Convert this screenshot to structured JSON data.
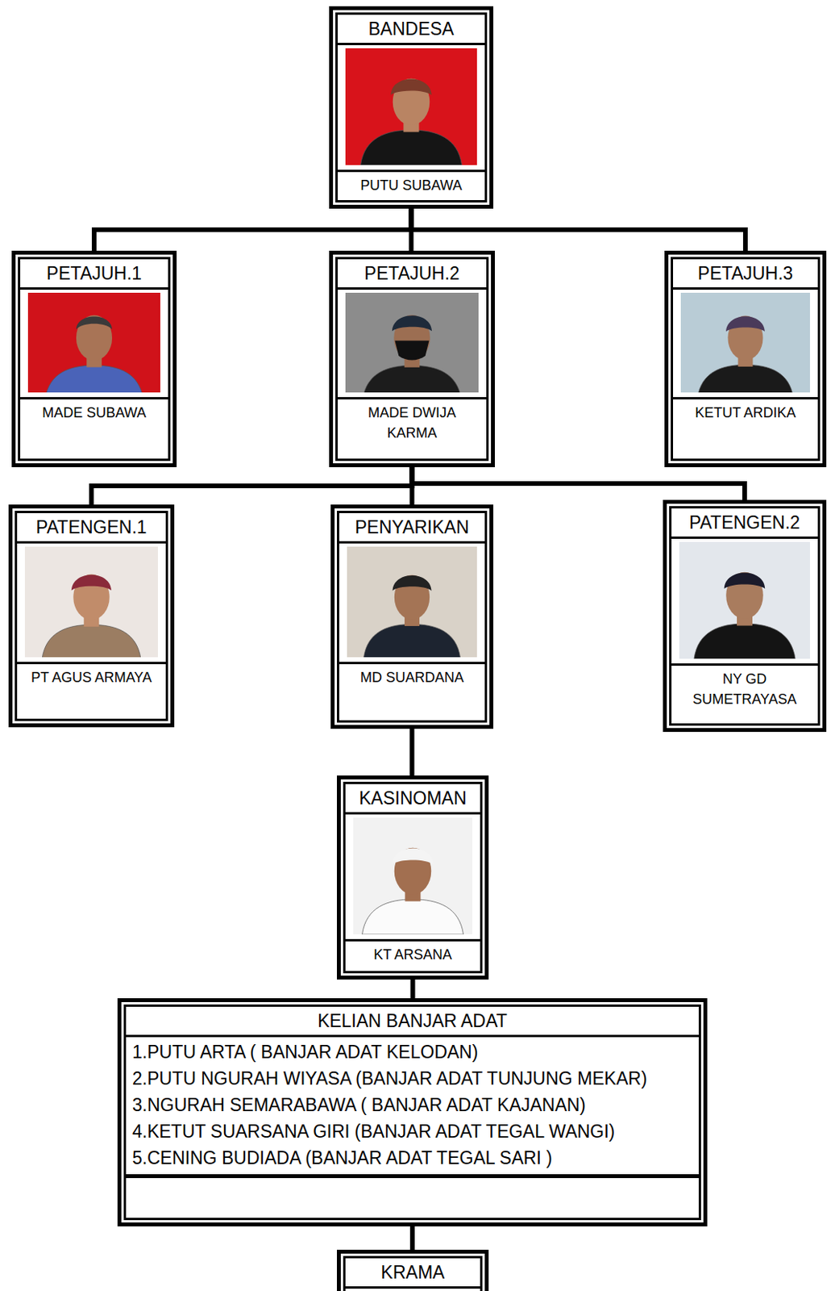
{
  "diagram": {
    "nodes": [
      {
        "text": [
          "BANDESA",
          "PUTU SUBAWA"
        ]
      },
      {
        "text": [
          "PETAJUH.1",
          "MADE SUBAWA"
        ]
      },
      {
        "text": [
          "PETAJUH.2",
          "MADE DWIJA KARMA"
        ]
      },
      {
        "text": [
          "PETAJUH.3",
          "KETUT ARDIKA"
        ]
      },
      {
        "text": [
          "PATENGEN.1",
          "PT AGUS ARMAYA"
        ]
      },
      {
        "text": [
          "PENYARIKAN",
          "MD SUARDANA"
        ]
      },
      {
        "text": [
          "PATENGEN.2",
          "NY GD SUMETRAYASA"
        ]
      },
      {
        "text": [
          "KASINOMAN",
          "KT ARSANA"
        ]
      },
      {
        "text": [
          "KELIAN BANJAR ADAT",
          "1.PUTU ARTA ( BANJAR ADAT KELODAN)",
          "2.PUTU NGURAH WIYASA (BANJAR ADAT TUNJUNG MEKAR)",
          "3.NGURAH SEMARABAWA ( BANJAR ADAT KAJANAN)",
          "4.KETUT SUARSANA GIRI (BANJAR ADAT TEGAL WANGI)",
          "5.CENING BUDIADA (BANJAR ADAT TEGAL SARI )"
        ]
      },
      {
        "text": [
          "KRAMA"
        ]
      }
    ],
    "edges": [
      {
        "from": 0,
        "to": 1,
        "arrow": "none"
      },
      {
        "from": 0,
        "to": 2,
        "arrow": "none"
      },
      {
        "from": 0,
        "to": 3,
        "arrow": "none"
      },
      {
        "from": 2,
        "to": 4,
        "arrow": "none"
      },
      {
        "from": 2,
        "to": 5,
        "arrow": "none"
      },
      {
        "from": 2,
        "to": 6,
        "arrow": "none"
      },
      {
        "from": 5,
        "to": 7,
        "arrow": "none"
      },
      {
        "from": 7,
        "to": 8,
        "arrow": "none"
      },
      {
        "from": 8,
        "to": 9,
        "arrow": "none"
      }
    ]
  }
}
